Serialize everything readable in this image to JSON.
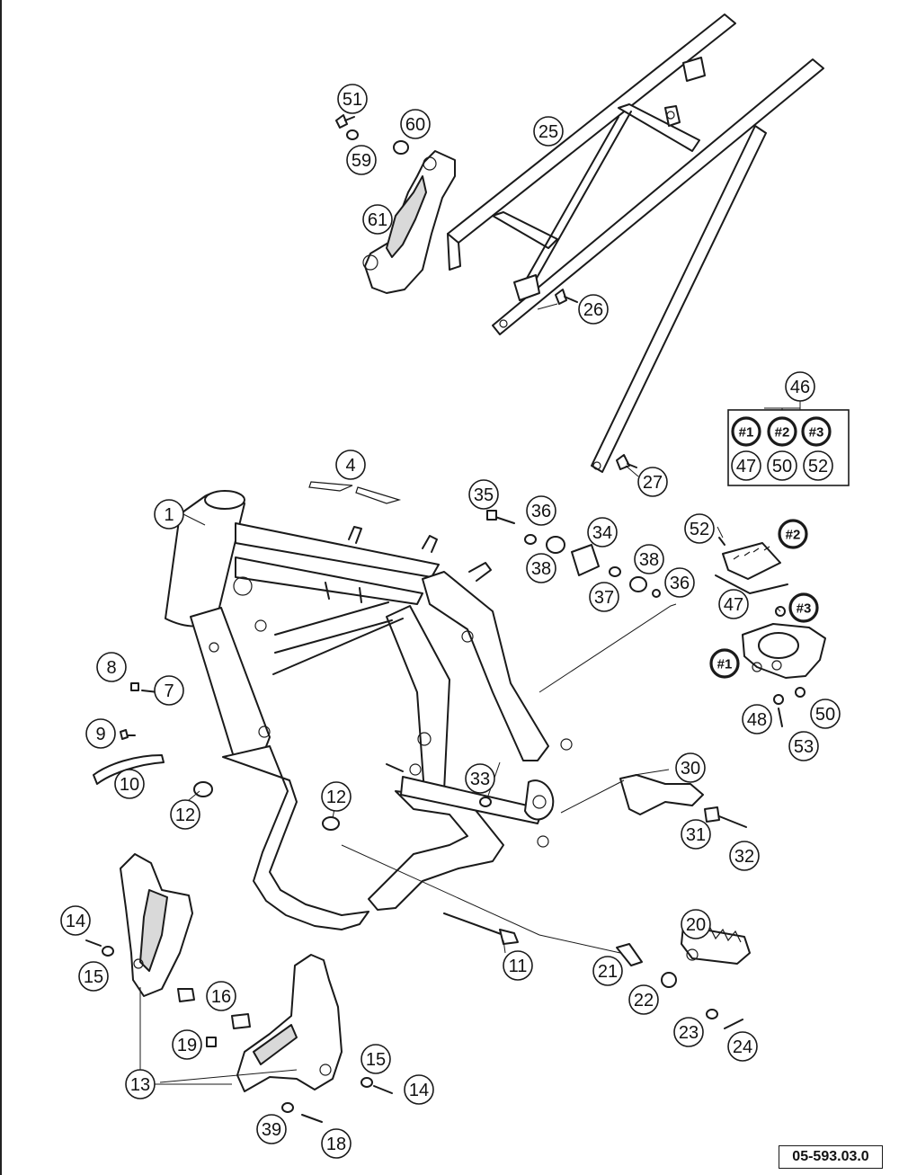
{
  "diagram": {
    "doc_ref": "05-593.03.0",
    "kit_group": {
      "label": "46",
      "items": [
        "#1",
        "#2",
        "#3",
        "47",
        "50",
        "52"
      ]
    },
    "callouts": [
      {
        "id": "c1",
        "label": "1"
      },
      {
        "id": "c4",
        "label": "4"
      },
      {
        "id": "c7",
        "label": "7"
      },
      {
        "id": "c8",
        "label": "8"
      },
      {
        "id": "c9",
        "label": "9"
      },
      {
        "id": "c10",
        "label": "10"
      },
      {
        "id": "c11",
        "label": "11"
      },
      {
        "id": "c12a",
        "label": "12"
      },
      {
        "id": "c12b",
        "label": "12"
      },
      {
        "id": "c13",
        "label": "13"
      },
      {
        "id": "c14a",
        "label": "14"
      },
      {
        "id": "c14b",
        "label": "14"
      },
      {
        "id": "c15a",
        "label": "15"
      },
      {
        "id": "c15b",
        "label": "15"
      },
      {
        "id": "c16",
        "label": "16"
      },
      {
        "id": "c18",
        "label": "18"
      },
      {
        "id": "c19",
        "label": "19"
      },
      {
        "id": "c20",
        "label": "20"
      },
      {
        "id": "c21",
        "label": "21"
      },
      {
        "id": "c22",
        "label": "22"
      },
      {
        "id": "c23",
        "label": "23"
      },
      {
        "id": "c24",
        "label": "24"
      },
      {
        "id": "c25",
        "label": "25"
      },
      {
        "id": "c26",
        "label": "26"
      },
      {
        "id": "c27",
        "label": "27"
      },
      {
        "id": "c30",
        "label": "30"
      },
      {
        "id": "c31",
        "label": "31"
      },
      {
        "id": "c32",
        "label": "32"
      },
      {
        "id": "c33",
        "label": "33"
      },
      {
        "id": "c34",
        "label": "34"
      },
      {
        "id": "c35",
        "label": "35"
      },
      {
        "id": "c36a",
        "label": "36"
      },
      {
        "id": "c36b",
        "label": "36"
      },
      {
        "id": "c37",
        "label": "37"
      },
      {
        "id": "c38a",
        "label": "38"
      },
      {
        "id": "c38b",
        "label": "38"
      },
      {
        "id": "c39",
        "label": "39"
      },
      {
        "id": "c47",
        "label": "47"
      },
      {
        "id": "c48",
        "label": "48"
      },
      {
        "id": "c50",
        "label": "50"
      },
      {
        "id": "c51",
        "label": "51"
      },
      {
        "id": "c52",
        "label": "52"
      },
      {
        "id": "c53",
        "label": "53"
      },
      {
        "id": "c59",
        "label": "59"
      },
      {
        "id": "c60",
        "label": "60"
      },
      {
        "id": "c61",
        "label": "61"
      },
      {
        "id": "h1",
        "label": "#1"
      },
      {
        "id": "h2",
        "label": "#2"
      },
      {
        "id": "h3",
        "label": "#3"
      }
    ]
  }
}
